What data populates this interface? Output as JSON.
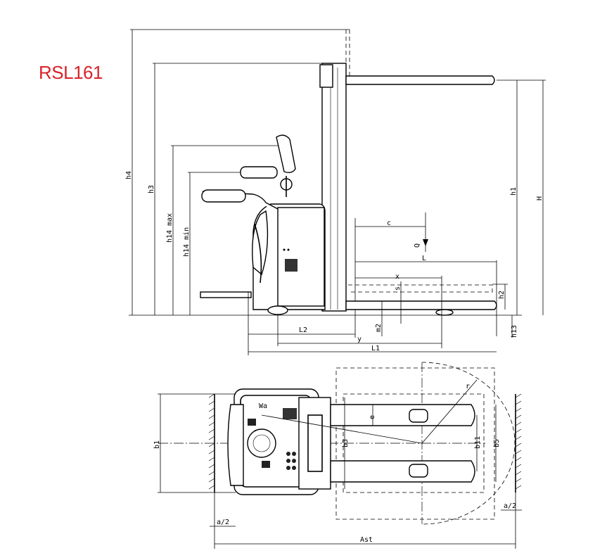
{
  "title": "RSL161",
  "side_view": {
    "labels": {
      "h4": "h4",
      "h3": "h3",
      "h14max": "h14 max",
      "h14min": "h14 min",
      "h1": "h1",
      "H": "H",
      "c": "c",
      "Q": "Q",
      "L": "L",
      "x": "x",
      "s": "s",
      "h2": "h2",
      "m2": "m2",
      "h13": "h13",
      "L2": "L2",
      "y": "y",
      "L1": "L1"
    }
  },
  "top_view": {
    "labels": {
      "b1": "b1",
      "Wa": "Wa",
      "e": "e",
      "b3": "b3",
      "b11": "b11",
      "b5": "b5",
      "r": "r",
      "a2_left": "a/2",
      "a2_right": "a/2",
      "Ast": "Ast"
    }
  }
}
